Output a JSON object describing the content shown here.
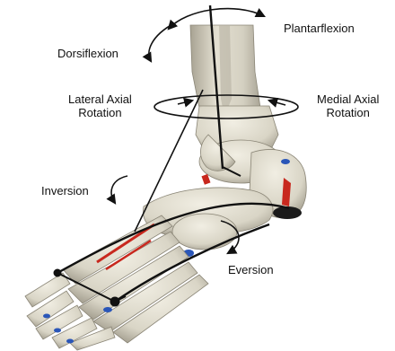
{
  "labels": {
    "plantarflexion": "Plantarflexion",
    "dorsiflexion": "Dorsiflexion",
    "lateral_axial_rotation_1": "Lateral Axial",
    "lateral_axial_rotation_2": "Rotation",
    "medial_axial_rotation_1": "Medial Axial",
    "medial_axial_rotation_2": "Rotation",
    "inversion": "Inversion",
    "eversion": "Eversion"
  },
  "colors": {
    "bone": "#e6e2d4",
    "bone_shadow": "#b9b4a3",
    "bone_outline": "#7d796c",
    "ligament_red": "#c8281e",
    "marker_blue": "#2a56b8",
    "axis_line": "#111111",
    "arrow": "#111111"
  },
  "icons": [
    "curved-arrow-icon",
    "rotation-ellipse-icon"
  ]
}
